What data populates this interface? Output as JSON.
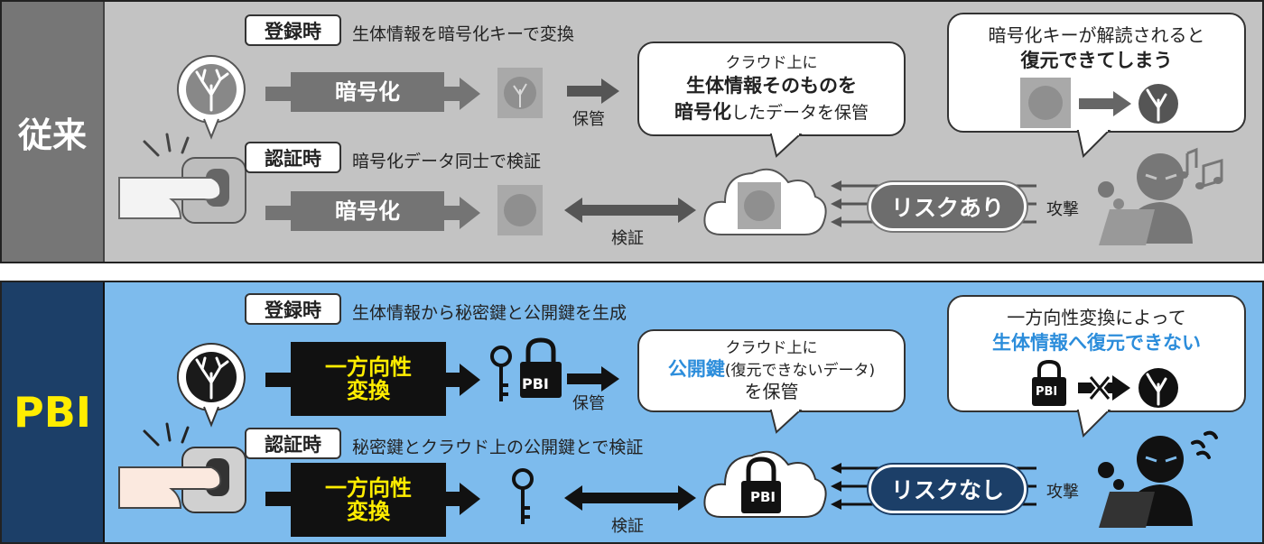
{
  "old": {
    "label": "従来",
    "register_tag": "登録時",
    "register_desc": "生体情報を暗号化キーで変換",
    "encrypt_label": "暗号化",
    "store_label": "保管",
    "cloud_bubble_line1": "クラウド上に",
    "cloud_bubble_line2": "生体情報そのものを",
    "cloud_bubble_line3_bold": "暗号化",
    "cloud_bubble_line3_rest": "したデータを保管",
    "attack_bubble_line1": "暗号化キーが解読されると",
    "attack_bubble_line2": "復元できてしまう",
    "auth_tag": "認証時",
    "auth_desc": "暗号化データ同士で検証",
    "verify_label": "検証",
    "risk_label": "リスクあり",
    "attack_label": "攻撃"
  },
  "pbi": {
    "label": "PBI",
    "register_tag": "登録時",
    "register_desc": "生体情報から秘密鍵と公開鍵を生成",
    "oneway_label_1": "一方向性",
    "oneway_label_2": "変換",
    "store_label": "保管",
    "lock_text": "PBI",
    "cloud_bubble_line1": "クラウド上に",
    "cloud_bubble_line2_blue": "公開鍵",
    "cloud_bubble_line2_rest": "(復元できないデータ)",
    "cloud_bubble_line3": "を保管",
    "attack_bubble_line1": "一方向性変換によって",
    "attack_bubble_line2": "生体情報へ復元できない",
    "auth_tag": "認証時",
    "auth_desc": "秘密鍵とクラウド上の公開鍵とで検証",
    "verify_label": "検証",
    "risk_label": "リスクなし",
    "attack_label": "攻撃"
  },
  "colors": {
    "old_bg": "#c3c3c3",
    "old_side": "#767676",
    "pbi_bg": "#7dbbed",
    "pbi_side": "#1c3f68",
    "accent_yellow": "#ffed00",
    "accent_blue": "#2c8ddb"
  },
  "icons": [
    "fingerprint-icon",
    "fingerprint-scanner-icon",
    "encrypted-data-icon",
    "key-icon",
    "padlock-icon",
    "cloud-icon",
    "hacker-icon",
    "music-note-icon",
    "blocked-icon"
  ]
}
